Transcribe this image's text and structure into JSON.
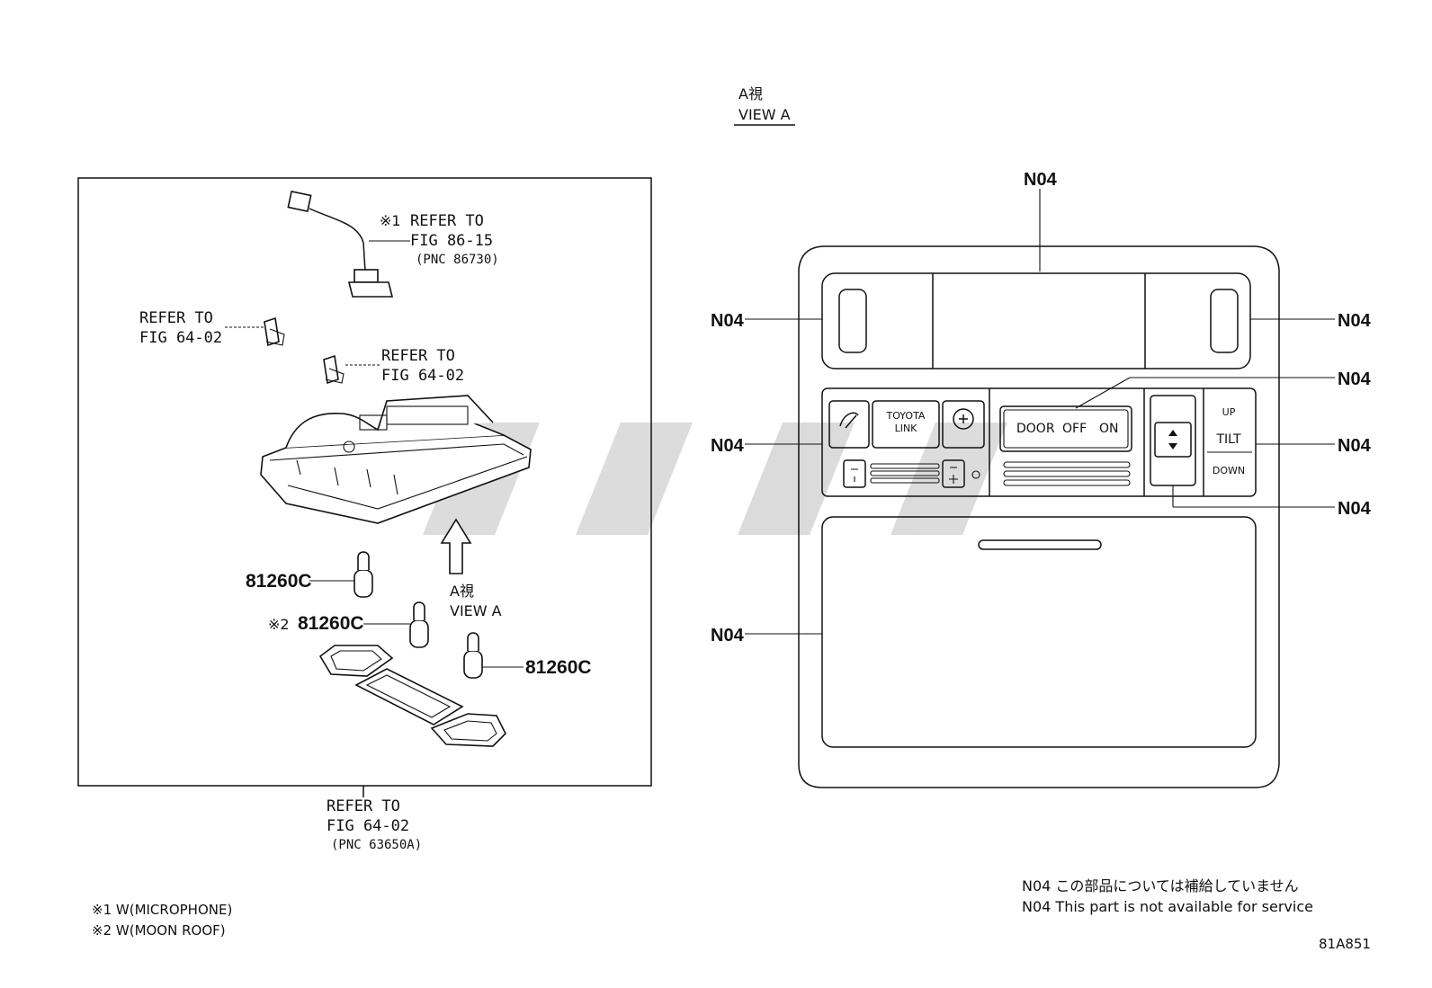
{
  "view_heading": {
    "jp": "A視",
    "en": "VIEW A"
  },
  "view_arrow_label": {
    "jp": "A視",
    "en": "VIEW A"
  },
  "callout_microphone": {
    "mark": "※1",
    "line1": "REFER TO",
    "line2": "FIG 86-15",
    "line3": "(PNC 86730)"
  },
  "callout_clip_left": {
    "line1": "REFER TO",
    "line2": "FIG 64-02"
  },
  "callout_clip_center": {
    "line1": "REFER TO",
    "line2": "FIG 64-02"
  },
  "callout_bottom": {
    "line1": "REFER TO",
    "line2": "FIG 64-02",
    "line3": "(PNC 63650A)"
  },
  "part_labels": {
    "bulb_1": "81260C",
    "bulb_2_mark": "※2",
    "bulb_2": "81260C",
    "bulb_3": "81260C"
  },
  "n04_labels": {
    "top": "N04",
    "left_upper": "N04",
    "right_upper": "N04",
    "right_door": "N04",
    "left_mid": "N04",
    "right_tilt": "N04",
    "right_switch": "N04",
    "left_lower": "N04"
  },
  "console_text": {
    "toyota": "TOYOTA",
    "link": "LINK",
    "door": "DOOR",
    "off": "OFF",
    "on": "ON",
    "up": "UP",
    "tilt": "TILT",
    "down": "DOWN"
  },
  "notes": {
    "jp": "N04 この部品については補給していません",
    "en": "N04 This part is not available for service"
  },
  "footnotes": {
    "note1": "※1 W(MICROPHONE)",
    "note2": "※2 W(MOON ROOF)"
  },
  "figure_code": "81A851"
}
